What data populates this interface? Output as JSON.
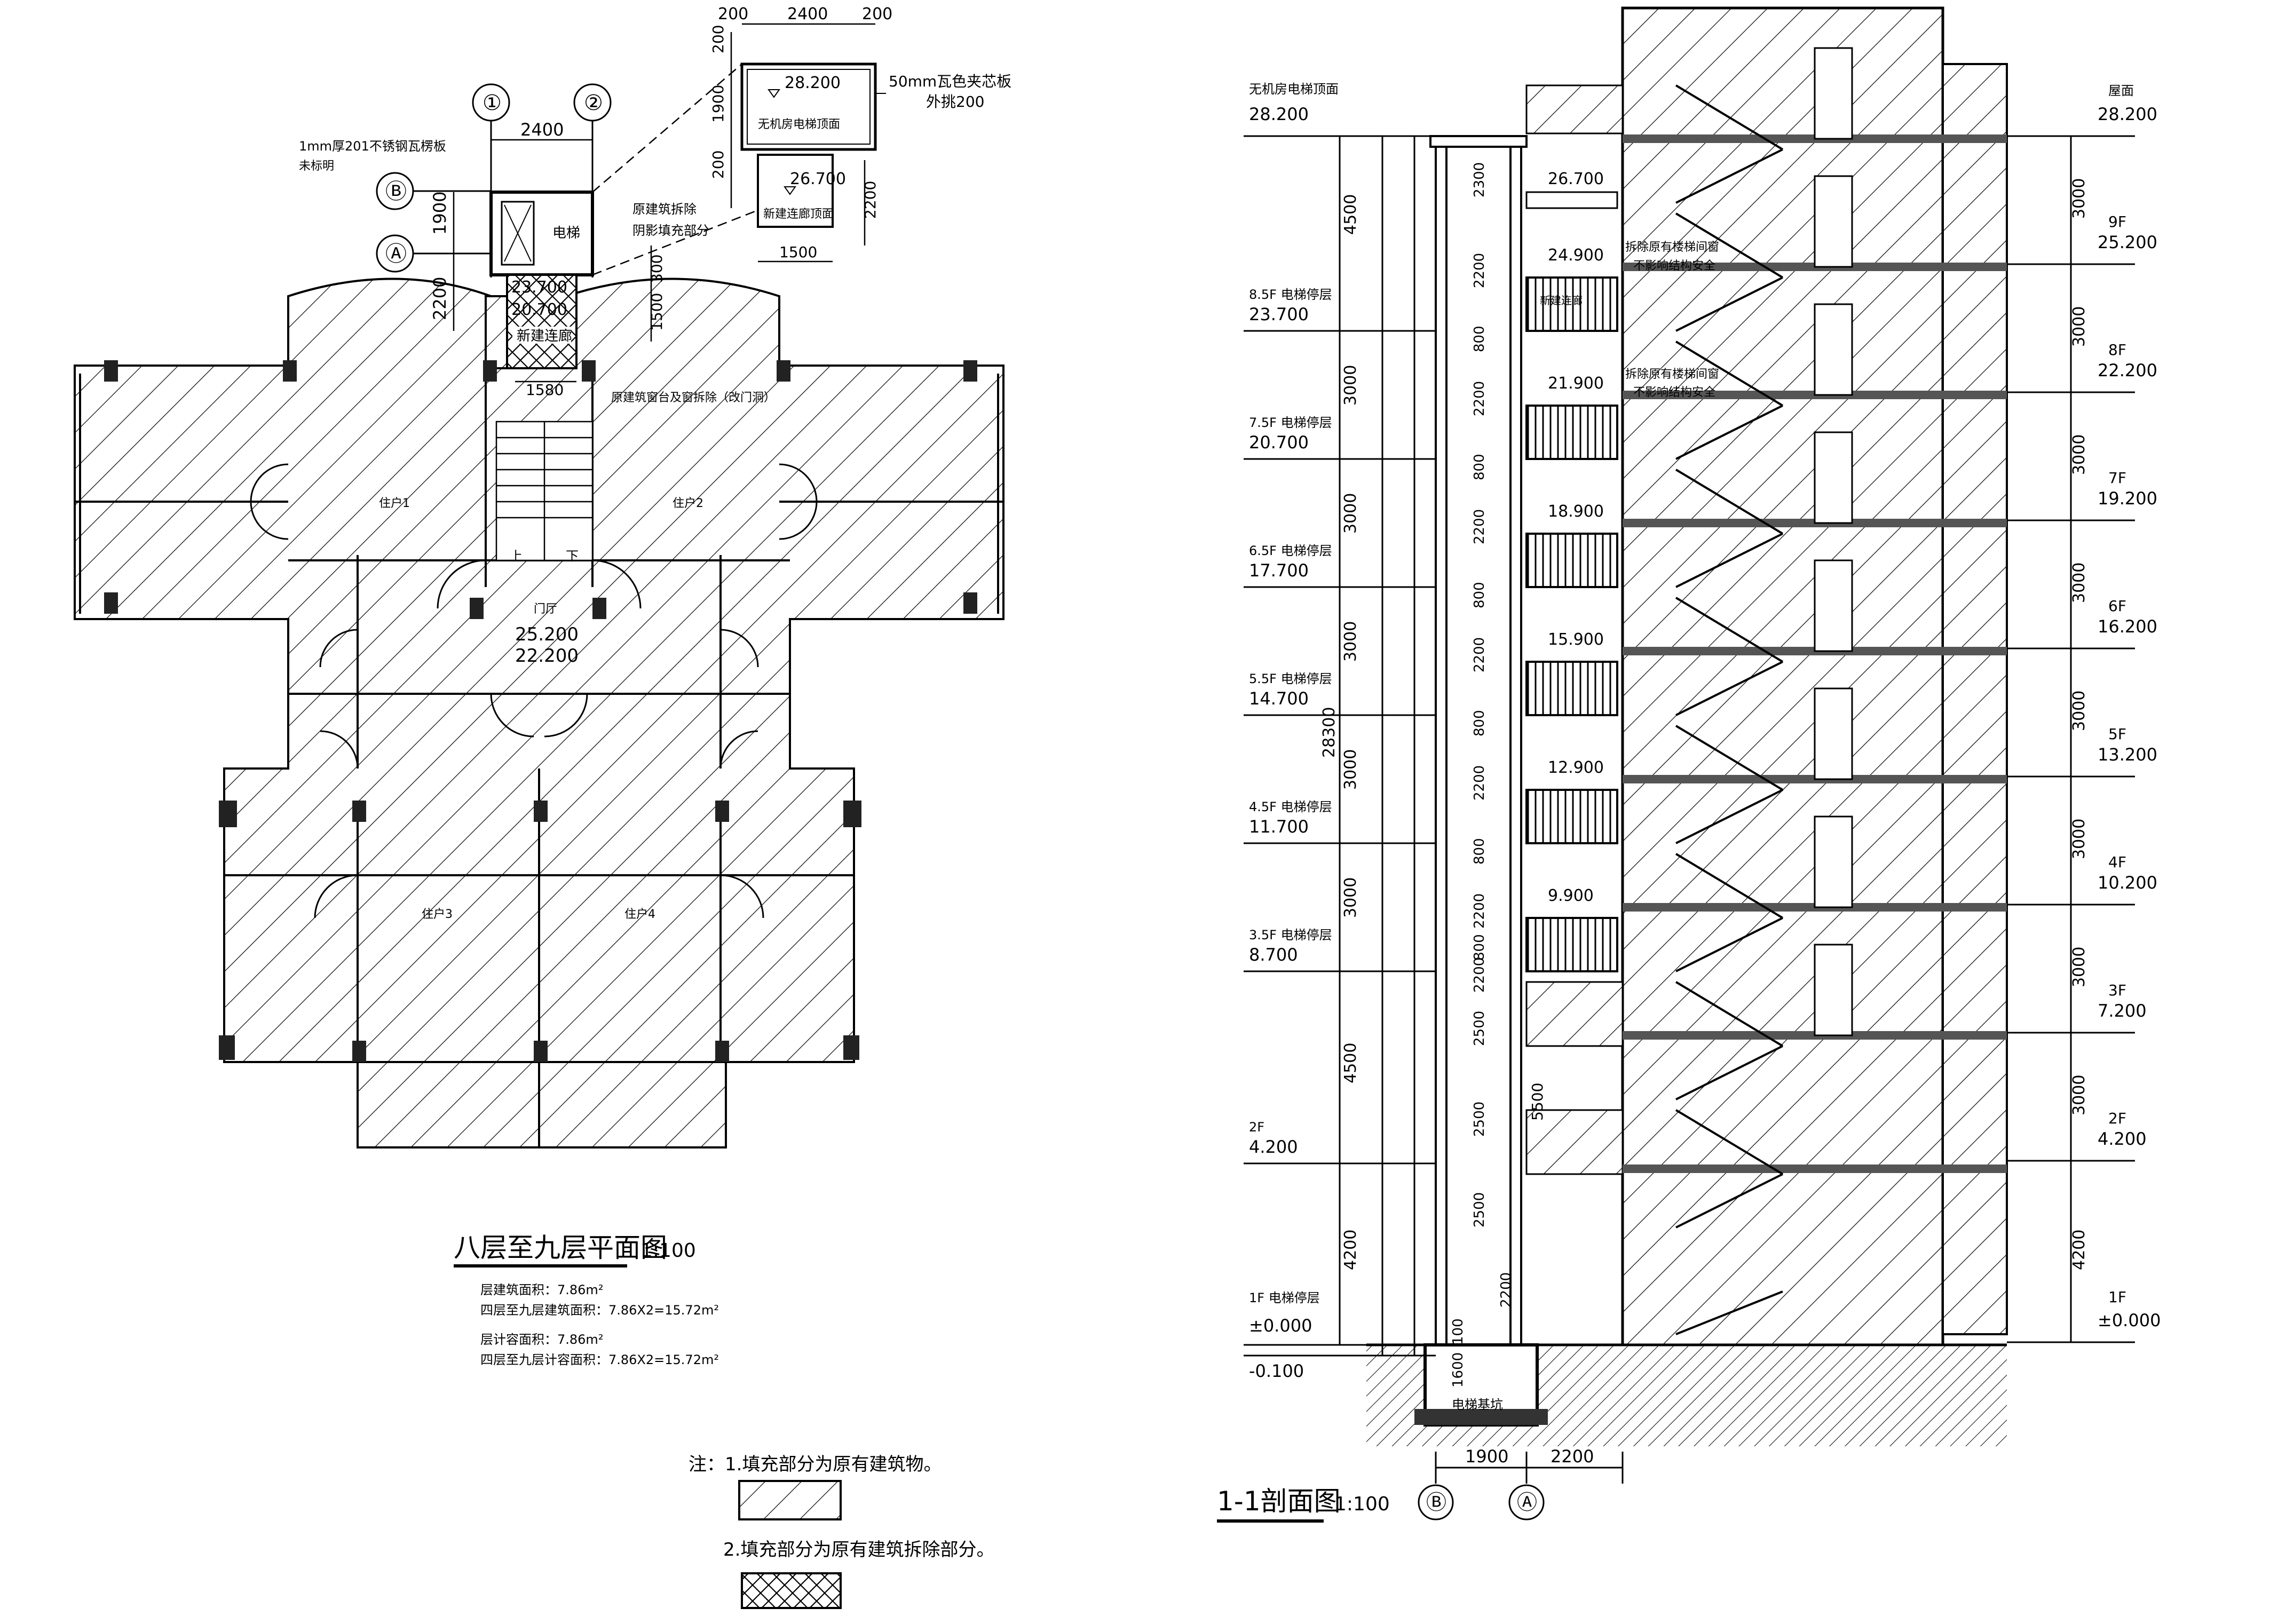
{
  "plan": {
    "title": "八层至九层平面图",
    "scale": "1:100",
    "axes": [
      "①",
      "②",
      "Ⓑ",
      "Ⓐ"
    ],
    "top_dims": [
      "200",
      "2400",
      "200"
    ],
    "side_dims_top": [
      "200",
      "1900",
      "200"
    ],
    "dim_2400": "2400",
    "dim_1900": "1900",
    "dim_2200": "2200",
    "dim_300": "300",
    "dim_1500_a": "1500",
    "dim_1500_b": "1500",
    "dim_1580": "1580",
    "dim_2200_right": "2200",
    "roof_level": "28.200",
    "roof_label": "无机房电梯顶面",
    "roof_note_1": "50mm瓦色夹芯板",
    "roof_note_2": "外挑200",
    "corridor_level": "26.700",
    "corridor_label": "新建连廊顶面",
    "note_left_1": "1mm厚201不锈钢瓦楞板",
    "note_left_2": "未标明",
    "note_demo_1": "原建筑拆除",
    "note_demo_2": "阴影填充部分",
    "note_demo_3": "原建筑窗台及窗拆除（改门洞）",
    "elevator_label": "电梯",
    "new_corridor_label": "新建连廊",
    "lvl_23700": "23.700",
    "lvl_20700": "20.700",
    "lvl_25200": "25.200",
    "lvl_22200": "22.200",
    "stair_up": "上",
    "stair_down": "下",
    "unit1": "住户1",
    "unit2": "住户2",
    "unit3": "住户3",
    "unit4": "住户4",
    "hall": "门厅",
    "area_1": "层建筑面积：7.86m²",
    "area_2": "四层至九层建筑面积：7.86X2=15.72m²",
    "area_3": "层计容面积：7.86m²",
    "area_4": "四层至九层计容面积：7.86X2=15.72m²"
  },
  "legend": {
    "note_1": "注：1.填充部分为原有建筑物。",
    "note_2": "2.填充部分为原有建筑拆除部分。"
  },
  "section": {
    "title": "1-1剖面图",
    "scale": "1:100",
    "left_levels": [
      {
        "name": "无机房电梯顶面",
        "value": "28.200"
      },
      {
        "name": "8.5F 电梯停层",
        "value": "23.700"
      },
      {
        "name": "7.5F 电梯停层",
        "value": "20.700"
      },
      {
        "name": "6.5F 电梯停层",
        "value": "17.700"
      },
      {
        "name": "5.5F 电梯停层",
        "value": "14.700"
      },
      {
        "name": "4.5F 电梯停层",
        "value": "11.700"
      },
      {
        "name": "3.5F 电梯停层",
        "value": "8.700"
      },
      {
        "name": "2F",
        "value": "4.200"
      },
      {
        "name": "1F 电梯停层",
        "value": "±0.000"
      }
    ],
    "pit_level": "-0.100",
    "left_dims": [
      "4500",
      "3000",
      "3000",
      "3000",
      "3000",
      "3000",
      "4500",
      "4200"
    ],
    "total_dim": "28300",
    "inner_dims": [
      "2300",
      "2200",
      "800",
      "2200",
      "800",
      "2200",
      "800",
      "2200",
      "800",
      "2200",
      "800",
      "2200",
      "800",
      "2200",
      "2500",
      "2500",
      "2500",
      "2200",
      "1600",
      "100"
    ],
    "dim_5500": "5500",
    "corridor_levels": [
      "26.700",
      "24.900",
      "21.900",
      "18.900",
      "15.900",
      "12.900",
      "9.900"
    ],
    "corridor_label": "新建连廊",
    "demo_note_1": "拆除原有楼梯间窗",
    "demo_note_2": "不影响结构安全",
    "right_levels": [
      {
        "name": "屋面",
        "value": "28.200"
      },
      {
        "name": "9F",
        "value": "25.200"
      },
      {
        "name": "8F",
        "value": "22.200"
      },
      {
        "name": "7F",
        "value": "19.200"
      },
      {
        "name": "6F",
        "value": "16.200"
      },
      {
        "name": "5F",
        "value": "13.200"
      },
      {
        "name": "4F",
        "value": "10.200"
      },
      {
        "name": "3F",
        "value": "7.200"
      },
      {
        "name": "2F",
        "value": "4.200"
      },
      {
        "name": "1F",
        "value": "±0.000"
      }
    ],
    "right_dims": [
      "3000",
      "3000",
      "3000",
      "3000",
      "3000",
      "3000",
      "3000",
      "3000",
      "4200"
    ],
    "pit_label": "电梯基坑",
    "bottom_dims": [
      "1900",
      "2200"
    ],
    "axes": [
      "Ⓑ",
      "Ⓐ"
    ]
  }
}
